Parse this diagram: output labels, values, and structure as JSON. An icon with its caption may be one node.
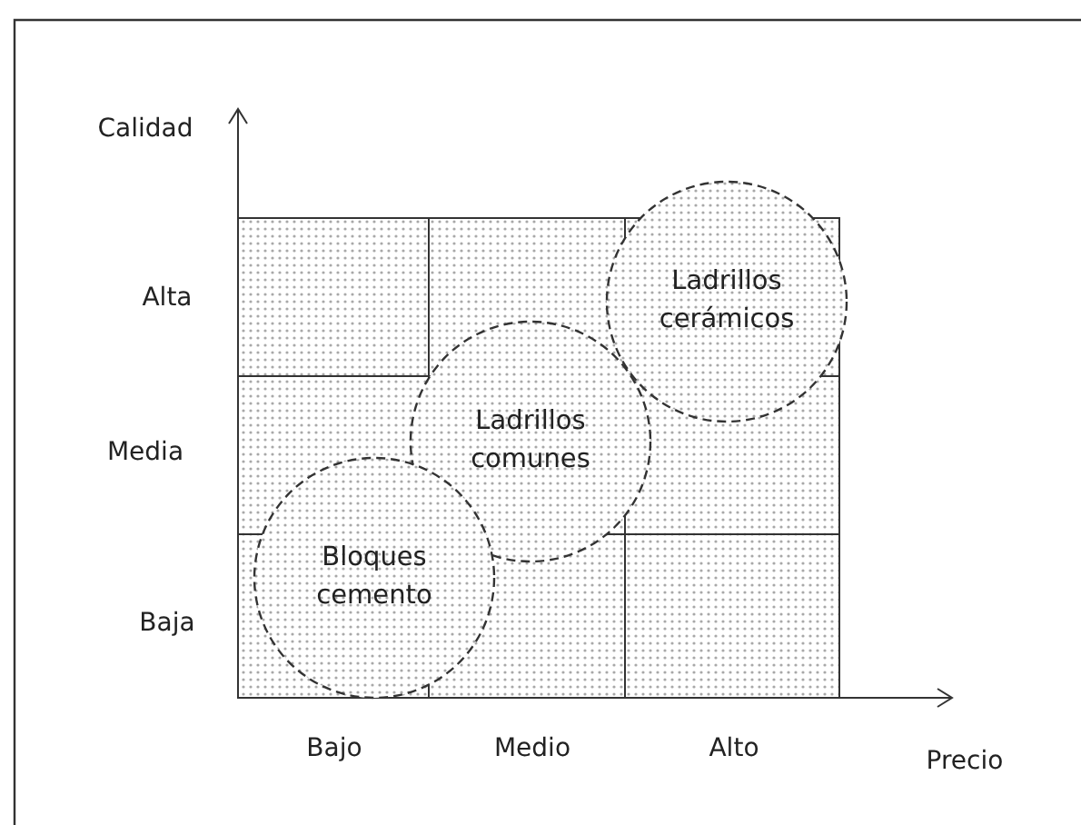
{
  "diagram": {
    "nodes": [
      {
        "text": [
          "Ladrillos cerámicos"
        ]
      },
      {
        "text": [
          "Ladrillos comunes"
        ]
      },
      {
        "text": [
          "Bloques cemento"
        ]
      }
    ],
    "labels": [
      "Calidad",
      "Alta",
      "Media",
      "Baja",
      "Bajo",
      "Medio",
      "Alto",
      "Precio"
    ]
  }
}
